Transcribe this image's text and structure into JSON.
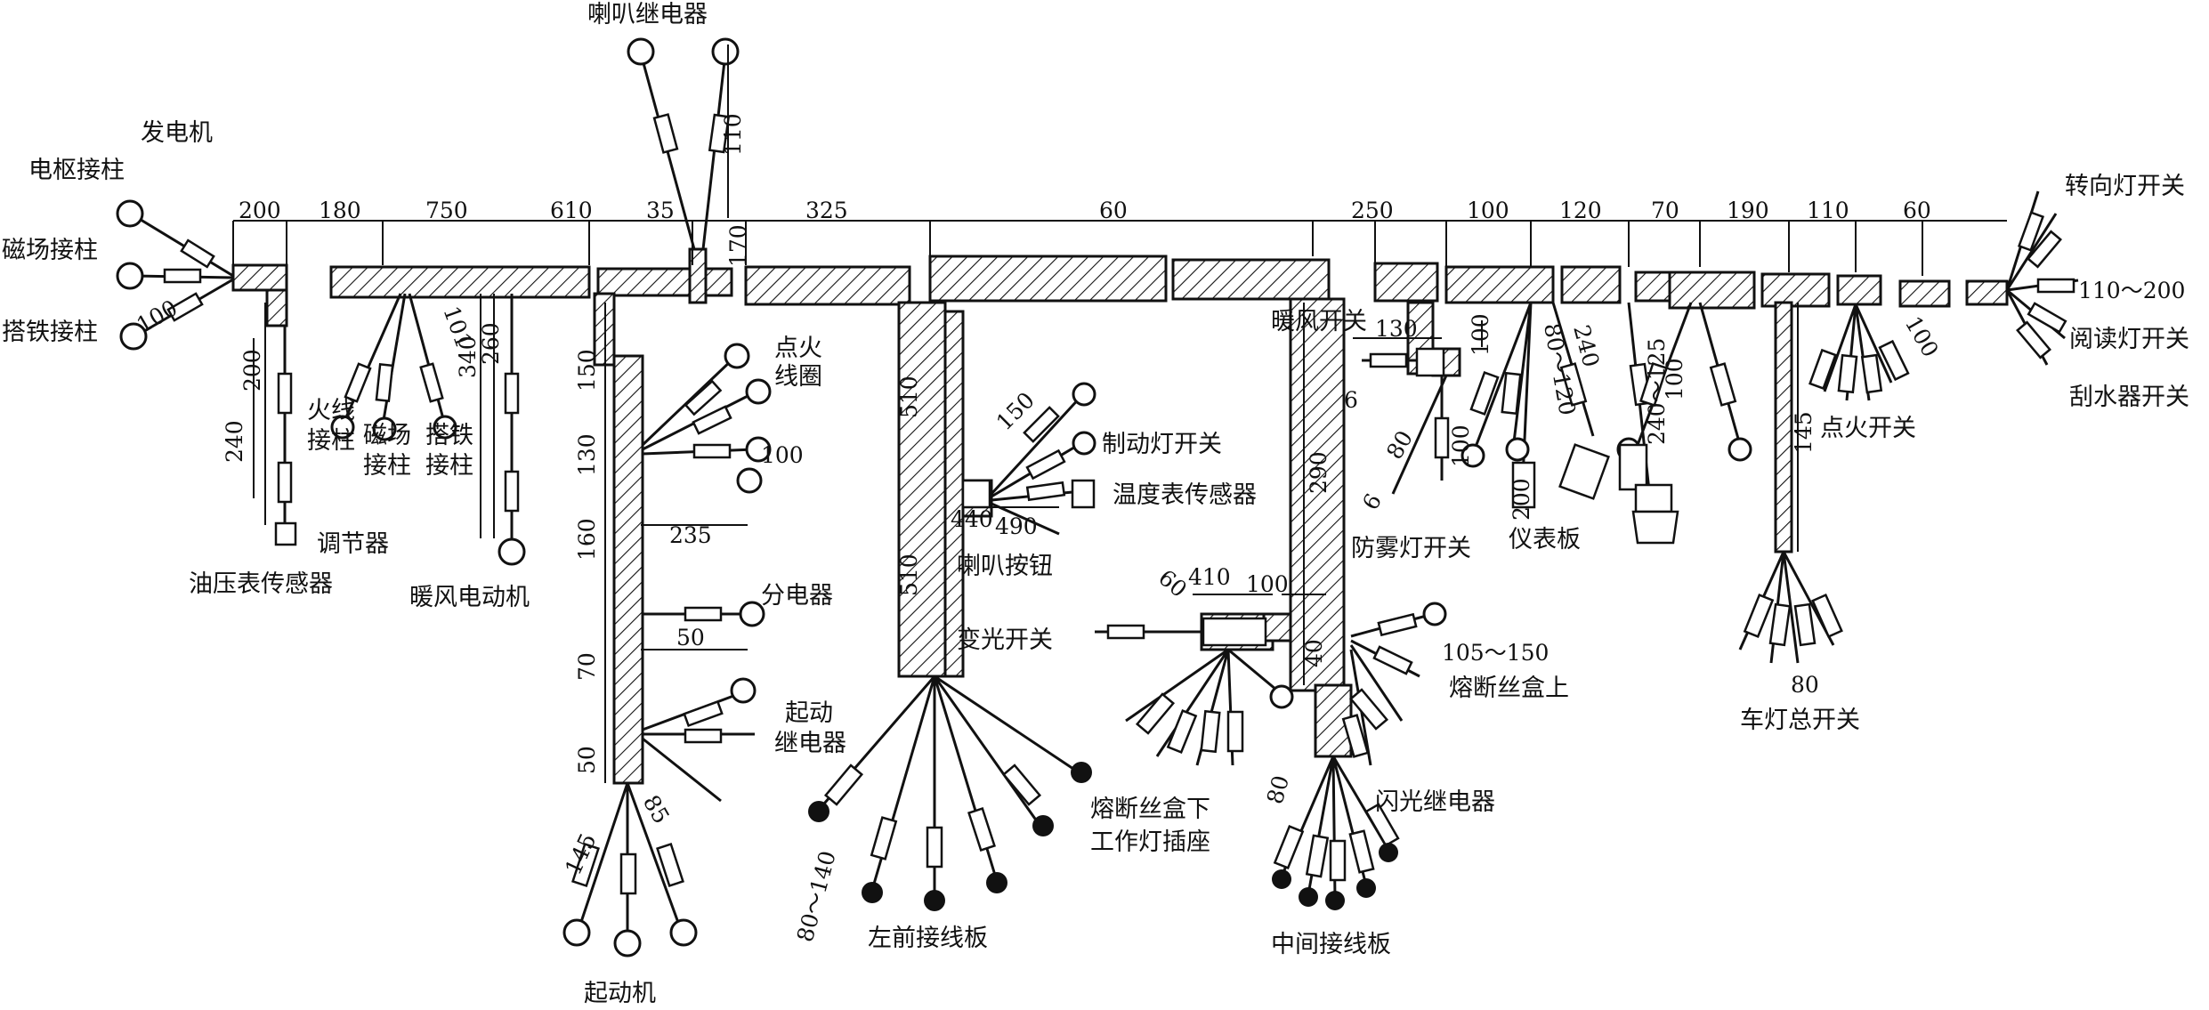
{
  "labels": {
    "horn_relay": "喇叭继电器",
    "generator": "发电机",
    "armature_post": "电枢接柱",
    "field_post": "磁场接柱",
    "ground_post": "搭铁接柱",
    "live_post": "火线\n接柱",
    "reg_field_post": "磁场\n接柱",
    "reg_ground_post": "搭铁\n接柱",
    "regulator": "调节器",
    "oil_sensor": "油压表传感器",
    "heater_motor": "暖风电动机",
    "ignition_coil": "点火\n线圈",
    "distributor": "分电器",
    "start_relay": "起动\n继电器",
    "starter": "起动机",
    "brake_switch": "制动灯开关",
    "temp_sensor": "温度表传感器",
    "horn_button": "喇叭按钮",
    "dimmer_switch": "变光开关",
    "left_front_board": "左前接线板",
    "fuse_box_lower": "熔断丝盒下",
    "work_lamp": "工作灯插座",
    "middle_board": "中间接线板",
    "fuse_box_upper": "熔断丝盒上",
    "flasher_relay": "闪光继电器",
    "heater_switch": "暖风开关",
    "fog_switch": "防雾灯开关",
    "instrument_panel": "仪表板",
    "ignition_switch": "点火开关",
    "light_master": "车灯总开关",
    "turn_switch": "转向灯开关",
    "reading_switch": "阅读灯开关",
    "wiper_switch": "刮水器开关"
  },
  "dimensions": {
    "d200a": "200",
    "d180": "180",
    "d750": "750",
    "d610": "610",
    "d35": "35",
    "d325": "325",
    "d60a": "60",
    "d250": "250",
    "d100a": "100",
    "d120": "120",
    "d70a": "70",
    "d190": "190",
    "d110a": "110",
    "d60b": "60",
    "d110b": "110",
    "d170": "170",
    "d100b": "100",
    "d200b": "200",
    "d240a": "240",
    "d101": "101",
    "d340": "340",
    "d260": "260",
    "d150a": "150",
    "d130a": "130",
    "d160": "160",
    "d70b": "70",
    "d50a": "50",
    "d100c": "100",
    "d235": "235",
    "d50b": "50",
    "d85": "85",
    "d145a": "145",
    "d510a": "510",
    "d510b": "510",
    "d150b": "150",
    "d440": "440",
    "d490": "490",
    "d80_140": "80～140",
    "d60c": "60",
    "d410": "410",
    "d100d": "100",
    "d40": "40",
    "d290": "290",
    "d105_150": "105～150",
    "d80a": "80",
    "d130b": "130",
    "d6a": "6",
    "d80b": "80",
    "d6b": "6",
    "d100e": "100",
    "d100f": "100",
    "d80_120": "80～120",
    "d240b": "240",
    "d240_125": "240～125",
    "d100g": "100",
    "d200c": "200",
    "d100h": "100",
    "d145b": "145",
    "d80c": "80",
    "d110_200": "110～200"
  }
}
